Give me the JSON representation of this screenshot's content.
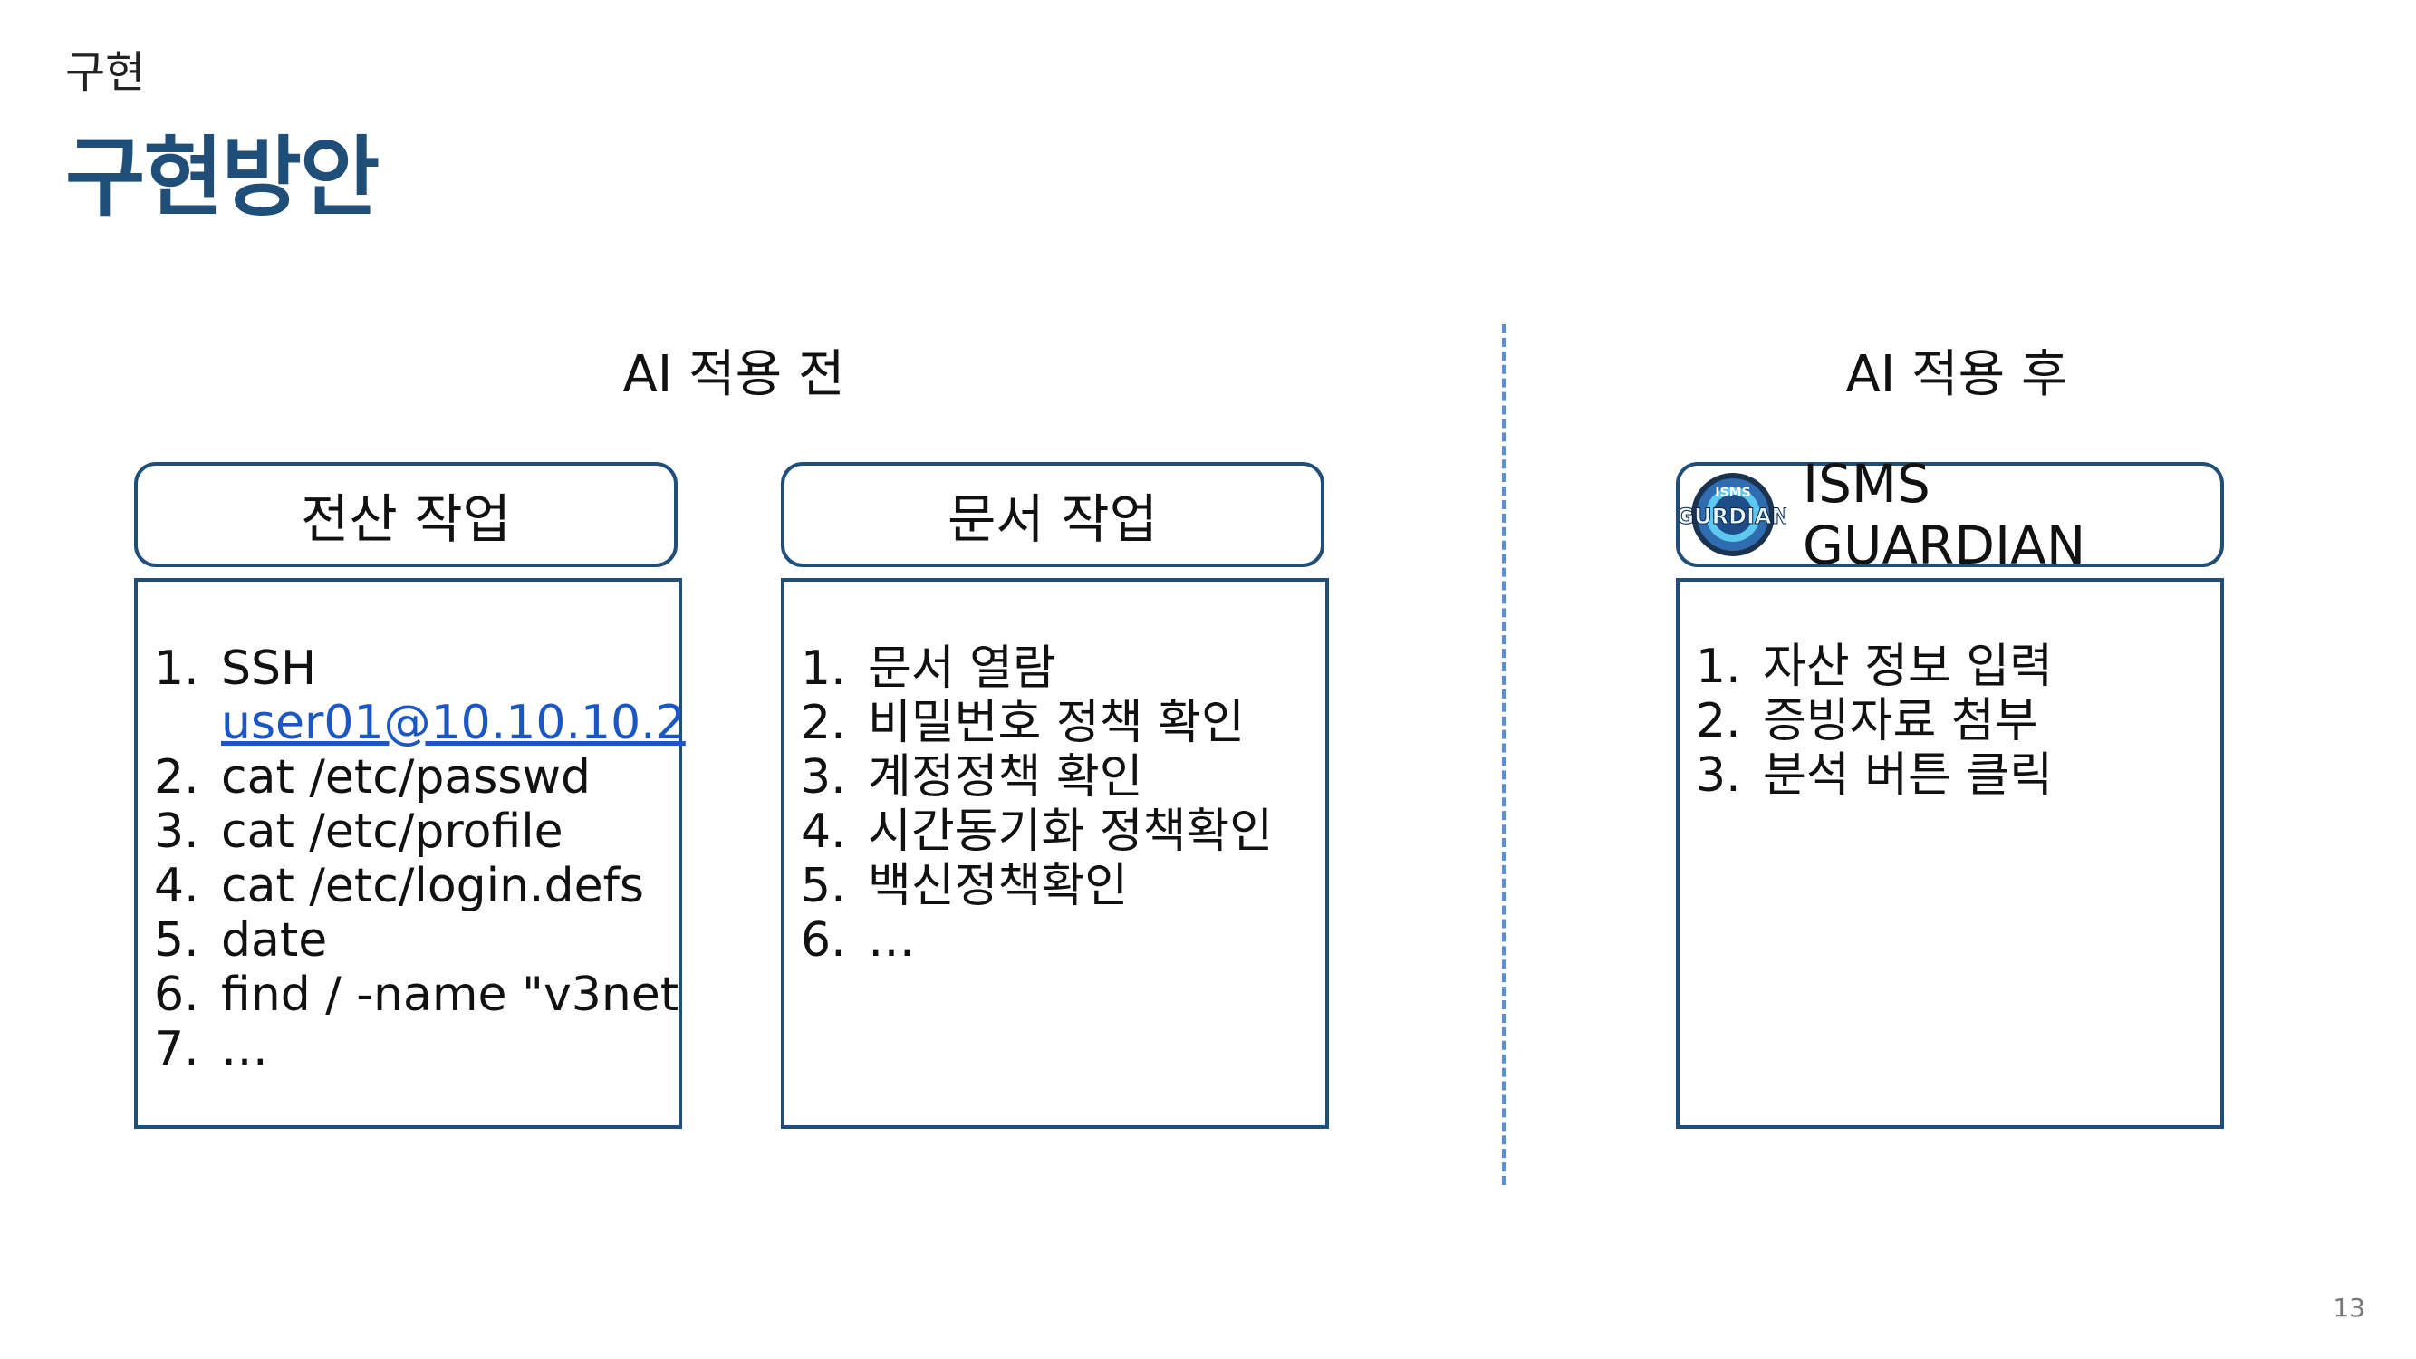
{
  "breadcrumb": "구현",
  "title": "구현방안",
  "before": {
    "label": "AI 적용 전",
    "column1": {
      "header": "전산 작업",
      "items": [
        {
          "num": "1.",
          "text": "SSH",
          "link": "user01@10.10.10.2"
        },
        {
          "num": "2.",
          "text": "cat /etc/passwd"
        },
        {
          "num": "3.",
          "text": "cat /etc/profile"
        },
        {
          "num": "4.",
          "text": "cat /etc/login.defs"
        },
        {
          "num": "5.",
          "text": "date"
        },
        {
          "num": "6.",
          "text": "find / -name \"v3net"
        },
        {
          "num": "7.",
          "text": "…"
        }
      ]
    },
    "column2": {
      "header": "문서 작업",
      "items": [
        {
          "num": "1.",
          "text": "문서 열람"
        },
        {
          "num": "2.",
          "text": "비밀번호 정책 확인"
        },
        {
          "num": "3.",
          "text": "계정정책 확인"
        },
        {
          "num": "4.",
          "text": "시간동기화 정책확인"
        },
        {
          "num": "5.",
          "text": "백신정책확인"
        },
        {
          "num": "6.",
          "text": "…"
        }
      ]
    }
  },
  "after": {
    "label": "AI 적용 후",
    "header": "ISMS GUARDIAN",
    "logo": {
      "icon": "isms-guardian-logo",
      "text_top": "ISMS",
      "text_main": "GURDIAN"
    },
    "items": [
      {
        "num": "1.",
        "text": "자산 정보 입력"
      },
      {
        "num": "2.",
        "text": "증빙자료 첨부"
      },
      {
        "num": "3.",
        "text": "분석 버튼 클릭"
      }
    ]
  },
  "page_number": "13",
  "colors": {
    "title": "#1f4e79",
    "border": "#1f4e79",
    "divider": "#5b8fd0",
    "link": "#1a56c4"
  }
}
